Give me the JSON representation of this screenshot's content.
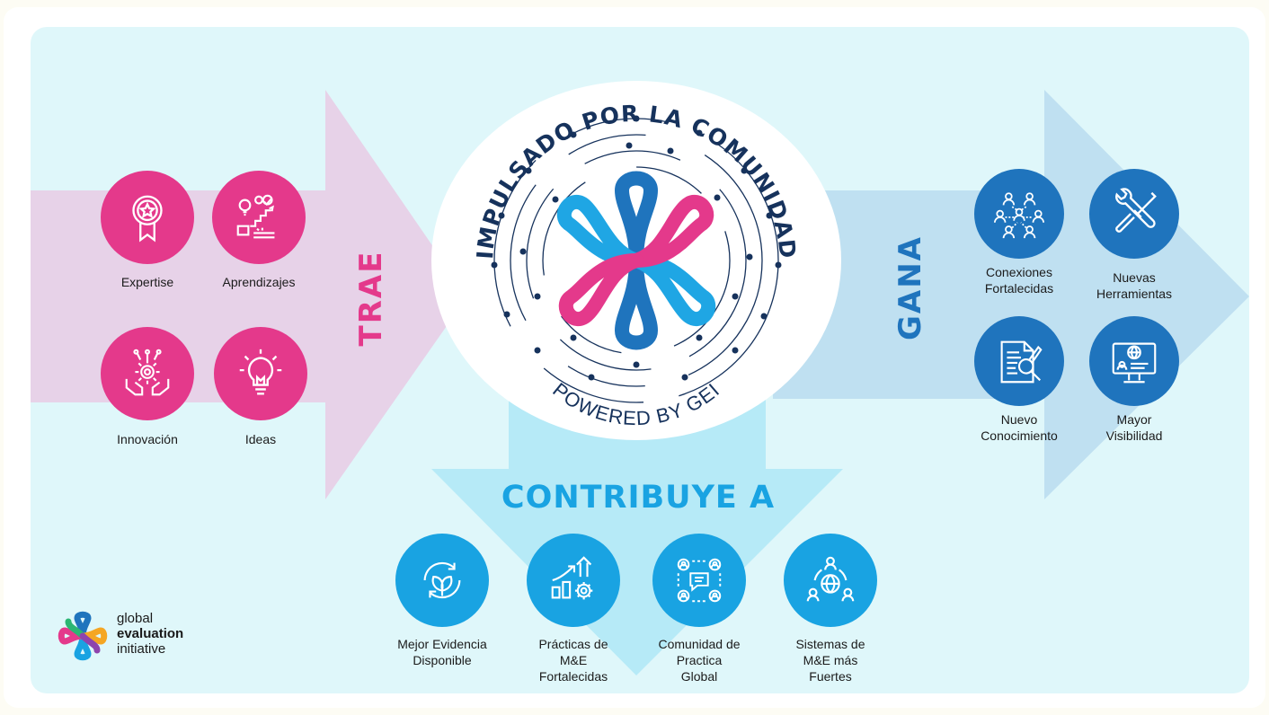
{
  "center": {
    "top_arc_text": "IMPULSADO POR LA COMUNIDAD",
    "bottom_arc_text": "POWERED BY GEI"
  },
  "left": {
    "word": "TRAE",
    "items": [
      {
        "label": "Expertise",
        "icon": "award-ribbon-icon"
      },
      {
        "label": "Aprendizajes",
        "icon": "learning-steps-icon"
      },
      {
        "label": "Innovación",
        "icon": "innovation-hands-gear-icon"
      },
      {
        "label": "Ideas",
        "icon": "lightbulb-icon"
      }
    ]
  },
  "right": {
    "word": "GANA",
    "items": [
      {
        "label_line1": "Conexiones",
        "label_line2": "Fortalecidas",
        "icon": "network-people-icon"
      },
      {
        "label_line1": "Nuevas",
        "label_line2": "Herramientas",
        "icon": "tools-icon"
      },
      {
        "label_line1": "Nuevo",
        "label_line2": "Conocimiento",
        "icon": "document-search-icon"
      },
      {
        "label_line1": "Mayor",
        "label_line2": "Visibilidad",
        "icon": "monitor-globe-icon"
      }
    ]
  },
  "bottom": {
    "title": "CONTRIBUYE A",
    "items": [
      {
        "lines": [
          "Mejor Evidencia",
          "Disponible"
        ],
        "icon": "recycle-leaves-icon"
      },
      {
        "lines": [
          "Prácticas de",
          "M&E",
          "Fortalecidas"
        ],
        "icon": "growth-chart-gear-icon"
      },
      {
        "lines": [
          "Comunidad de",
          "Practica",
          "Global"
        ],
        "icon": "community-chat-icon"
      },
      {
        "lines": [
          "Sistemas de",
          "M&E más",
          "Fuertes"
        ],
        "icon": "global-people-icon"
      }
    ]
  },
  "logo": {
    "line1": "global",
    "line2": "evaluation",
    "line3": "initiative"
  },
  "colors": {
    "panel": "#dff7fa",
    "pink": "#e4398b",
    "navy": "#1f74bd",
    "cyan": "#19a3e2",
    "dark_navy": "#16325c",
    "left_arrow": "#e7d2e8",
    "right_arrow": "#bfe0f1",
    "bottom_arrow": "#b6eaf7"
  }
}
